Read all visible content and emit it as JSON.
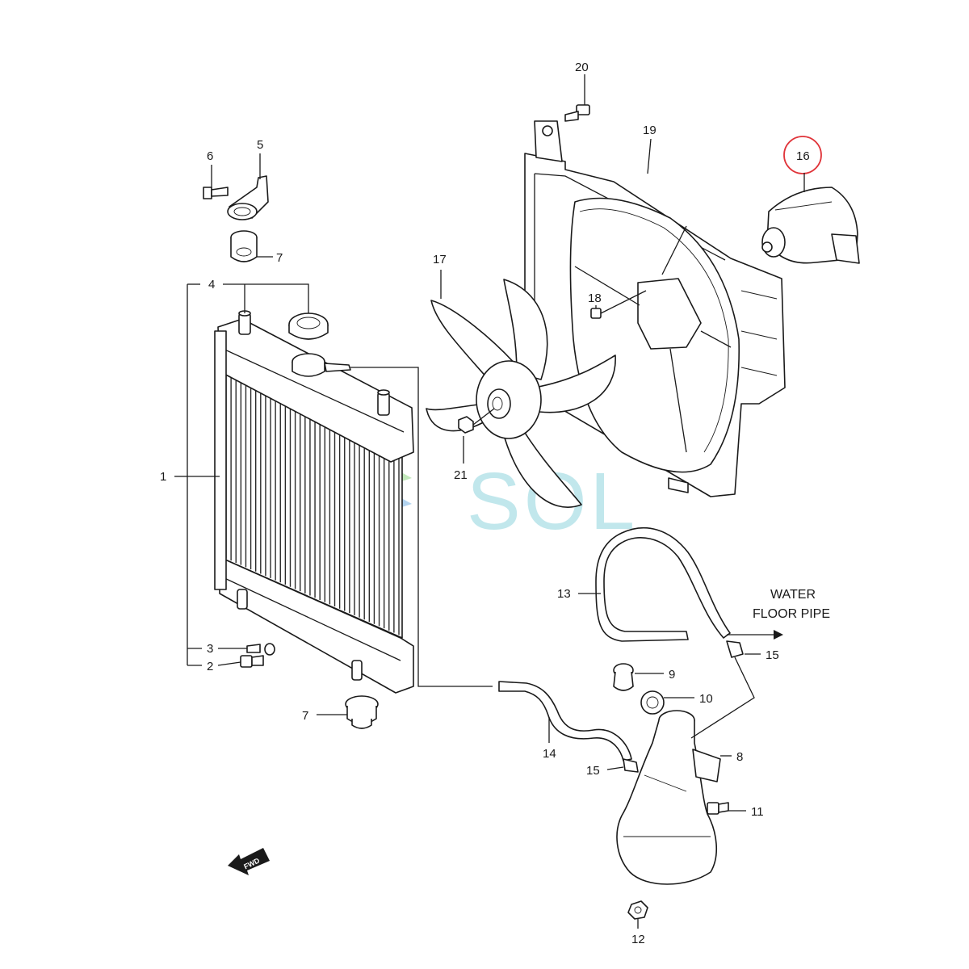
{
  "callouts": {
    "c1": "1",
    "c2": "2",
    "c3": "3",
    "c4": "4",
    "c5": "5",
    "c6": "6",
    "c7a": "7",
    "c7b": "7",
    "c8": "8",
    "c9": "9",
    "c10": "10",
    "c11": "11",
    "c12": "12",
    "c13": "13",
    "c14": "14",
    "c15a": "15",
    "c15b": "15",
    "c16": "16",
    "c17": "17",
    "c18": "18",
    "c19": "19",
    "c20": "20",
    "c21": "21"
  },
  "note": {
    "line1": "WATER",
    "line2": "FLOOR PIPE"
  },
  "fwd_label": "FWD",
  "watermark": "SOL",
  "highlight": {
    "part": "16",
    "color": "#e0343a"
  },
  "colors": {
    "line": "#1a1a1a",
    "watermark": "#8ed3dc"
  }
}
